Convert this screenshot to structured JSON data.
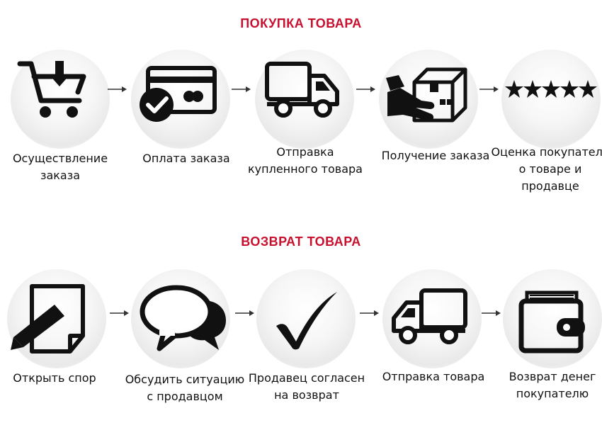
{
  "sections": {
    "purchase": {
      "title": "ПОКУПКА ТОВАРА",
      "steps": [
        {
          "label": "Осуществление заказа",
          "icon": "cart-download-icon"
        },
        {
          "label": "Оплата заказа",
          "icon": "credit-card-check-icon"
        },
        {
          "label": "Отправка купленного товара",
          "icon": "delivery-truck-icon"
        },
        {
          "label": "Получение заказа",
          "icon": "hand-receiving-box-icon"
        },
        {
          "label": "Оценка покупателя о товаре и продавце",
          "icon": "five-stars-icon"
        }
      ]
    },
    "return": {
      "title": "ВОЗВРАТ ТОВАРА",
      "steps": [
        {
          "label": "Открыть спор",
          "icon": "document-pencil-icon"
        },
        {
          "label": "Обсудить ситуацию с продавцом",
          "icon": "speech-bubbles-icon"
        },
        {
          "label": "Продавец согласен на возврат",
          "icon": "checkmark-icon"
        },
        {
          "label": "Отправка товара",
          "icon": "delivery-truck-icon"
        },
        {
          "label": "Возврат денег покупателю",
          "icon": "wallet-icon"
        }
      ]
    }
  },
  "colors": {
    "title": "#c8102e",
    "icon": "#111111",
    "text": "#111111"
  }
}
